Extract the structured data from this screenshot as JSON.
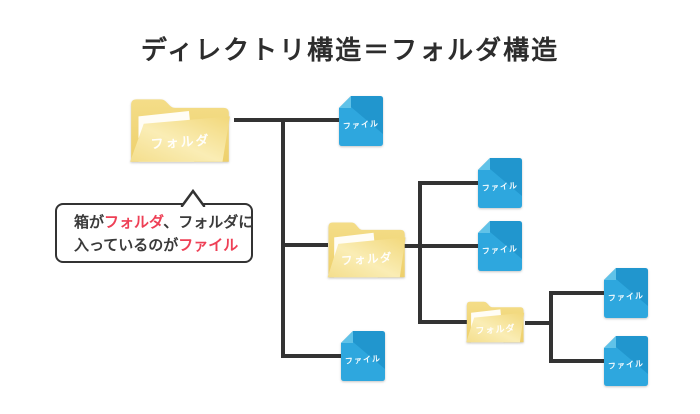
{
  "title": "ディレクトリ構造＝フォルダ構造",
  "bubble": {
    "line1_pre": "箱が",
    "line1_red": "フォルダ",
    "line1_post": "、フォルダに",
    "line2_pre": "入っているのが",
    "line2_red": "ファイル"
  },
  "nodes": {
    "root_folder": {
      "type": "folder",
      "label": "フォルダ"
    },
    "file_top": {
      "type": "file",
      "label": "ファイル"
    },
    "folder_mid": {
      "type": "folder",
      "label": "フォルダ"
    },
    "file_bottom": {
      "type": "file",
      "label": "ファイル"
    },
    "file_mid_1": {
      "type": "file",
      "label": "ファイル"
    },
    "file_mid_2": {
      "type": "file",
      "label": "ファイル"
    },
    "folder_inner": {
      "type": "folder",
      "label": "フォルダ"
    },
    "file_inner_1": {
      "type": "file",
      "label": "ファイル"
    },
    "file_inner_2": {
      "type": "file",
      "label": "ファイル"
    }
  },
  "colors": {
    "background": "#ffffff",
    "line": "#333333",
    "title_text": "#2d2d2d",
    "accent_red": "#ee4056",
    "folder_back": "#f1d87e",
    "folder_front": "#f6e59c",
    "folder_paper": "#fffdf6",
    "file_blue": "#2ea7de",
    "file_blue_dark": "#2196ce",
    "file_fold": "#60c2e8",
    "icon_text": "#ffffff"
  }
}
